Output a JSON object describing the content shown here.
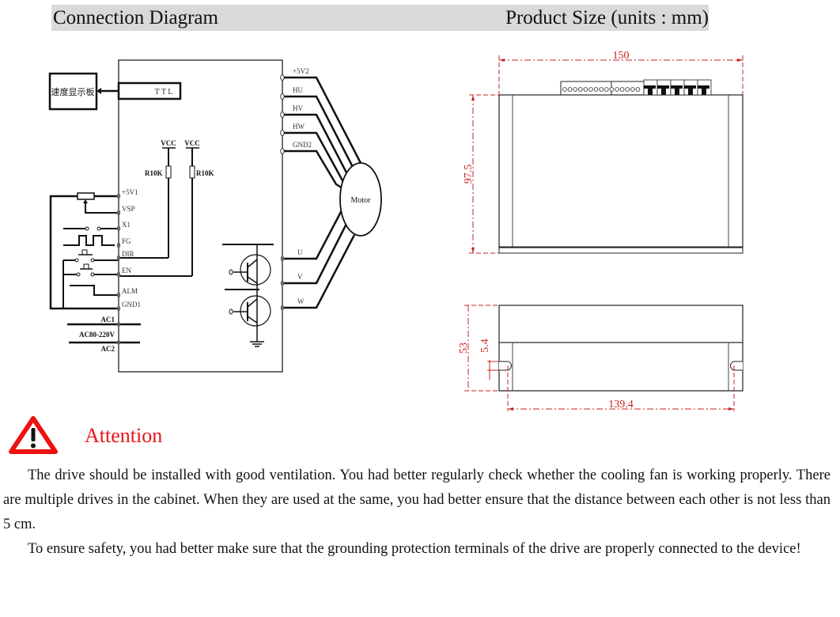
{
  "headers": {
    "left": "Connection Diagram",
    "right": "Product Size (units : mm)"
  },
  "wiring": {
    "display_board": "速度显示板",
    "ttl": "T T L",
    "vcc1": "VCC",
    "vcc2": "VCC",
    "r1": "R10K",
    "r2": "R10K",
    "left_terminals": [
      "+5V1",
      "VSP",
      "X1",
      "FG",
      "DIR",
      "EN",
      "ALM",
      "GND1"
    ],
    "ac1": "AC1",
    "ac_range": "AC80-220V",
    "ac2": "AC2",
    "right_terminals": [
      "+5V2",
      "HU",
      "HV",
      "HW",
      "GND2"
    ],
    "phase_terminals": [
      "U",
      "V",
      "W"
    ],
    "motor": "Motor"
  },
  "dimensions": {
    "width": "150",
    "height": "97.5",
    "depth": "53",
    "slot": "5.4",
    "mount_spacing": "139.4",
    "dim_color": "#cc2222"
  },
  "attention": {
    "title": "Attention",
    "title_color": "#e8141c",
    "paragraphs": [
      "The drive should be installed with good ventilation. You had better regularly check whether the cooling fan is working properly. There are multiple drives in the cabinet. When they are used at the same, you had better ensure that the distance between each other is not less than 5 cm.",
      "To ensure safety, you had better make sure that the grounding protection terminals of the drive are properly connected to the device!"
    ]
  }
}
